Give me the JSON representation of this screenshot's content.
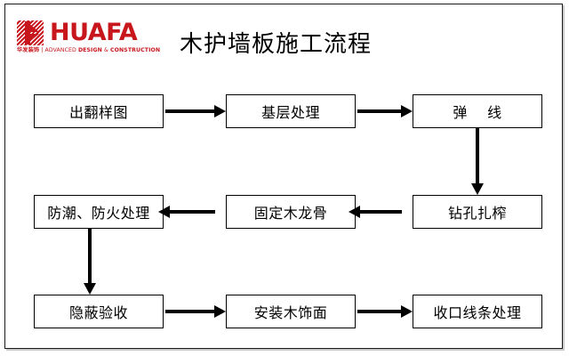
{
  "document": {
    "title": "木护墙板施工流程",
    "frame_color": "#1a1a1a",
    "background": "#ffffff"
  },
  "brand": {
    "name": "HUAFA",
    "logo_icon": "huafa-k-logo",
    "tagline_cn": "华发装饰",
    "tagline_separator": " | ",
    "tagline_en_1": "ADVANCED ",
    "tagline_en_2": "DESIGN",
    "tagline_en_3": " & ",
    "tagline_en_4": "CONSTRUCTION",
    "color": "#c8161d"
  },
  "chart_data": {
    "type": "diagram",
    "title": "木护墙板施工流程",
    "layout": "3x3 serpentine flowchart",
    "node_color": "#ffffff",
    "node_border": "#000000",
    "arrow_color": "#000000",
    "nodes": [
      {
        "id": "n1",
        "label": "出翻样图",
        "row": 1,
        "col": 1
      },
      {
        "id": "n2",
        "label": "基层处理",
        "row": 1,
        "col": 2
      },
      {
        "id": "n3",
        "label": "弹    线",
        "row": 1,
        "col": 3
      },
      {
        "id": "n4",
        "label": "钻孔扎榨",
        "row": 2,
        "col": 3
      },
      {
        "id": "n5",
        "label": "固定木龙骨",
        "row": 2,
        "col": 2
      },
      {
        "id": "n6",
        "label": "防潮、防火处理",
        "row": 2,
        "col": 1
      },
      {
        "id": "n7",
        "label": "隐蔽验收",
        "row": 3,
        "col": 1
      },
      {
        "id": "n8",
        "label": "安装木饰面",
        "row": 3,
        "col": 2
      },
      {
        "id": "n9",
        "label": "收口线条处理",
        "row": 3,
        "col": 3
      }
    ],
    "edges": [
      {
        "from": "n1",
        "to": "n2",
        "direction": "right"
      },
      {
        "from": "n2",
        "to": "n3",
        "direction": "right"
      },
      {
        "from": "n3",
        "to": "n4",
        "direction": "down"
      },
      {
        "from": "n4",
        "to": "n5",
        "direction": "left"
      },
      {
        "from": "n5",
        "to": "n6",
        "direction": "left"
      },
      {
        "from": "n6",
        "to": "n7",
        "direction": "down"
      },
      {
        "from": "n7",
        "to": "n8",
        "direction": "right"
      },
      {
        "from": "n8",
        "to": "n9",
        "direction": "right"
      }
    ]
  }
}
